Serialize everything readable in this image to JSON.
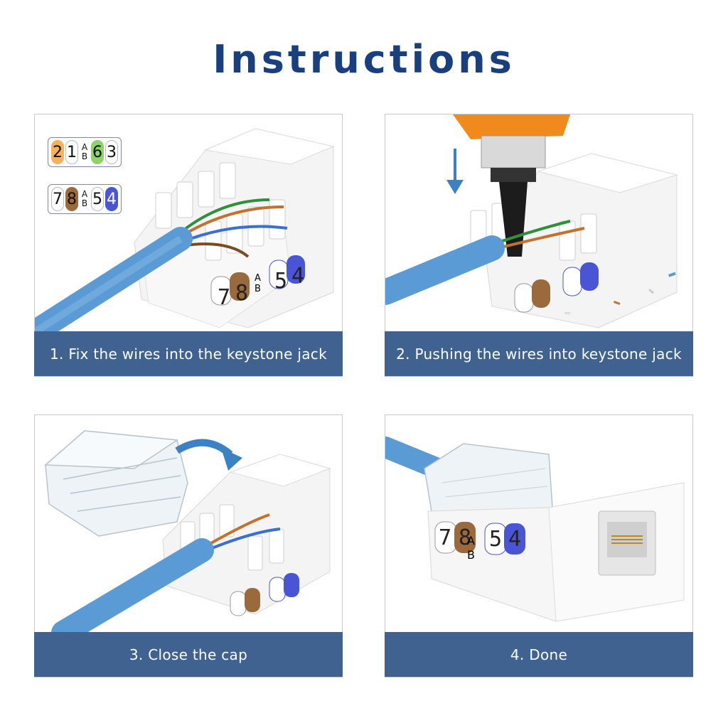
{
  "title": "Instructions",
  "steps": [
    {
      "caption": "1. Fix the wires into the keystone jack"
    },
    {
      "caption": "2. Pushing the wires into keystone jack"
    },
    {
      "caption": "3. Close the cap"
    },
    {
      "caption": "4. Done"
    }
  ],
  "legend": {
    "row_a": [
      "2",
      "1",
      "A",
      "B",
      "6",
      "3"
    ],
    "row_b": [
      "7",
      "8",
      "A",
      "B",
      "5",
      "4"
    ]
  },
  "jack_labels": [
    "7",
    "8",
    "A",
    "B",
    "5",
    "4"
  ],
  "colors": {
    "title": "#1a3f7e",
    "caption_bar": "#3f6291",
    "cable_blue": "#5b9bd5",
    "orange_chip": "#f5b25e",
    "green_chip": "#8fd16a",
    "brown_chip": "#9b6a3c",
    "blue_chip": "#4a55d6",
    "arrow_blue": "#3b82c4",
    "tool_orange": "#f08a1c"
  },
  "icons": [
    "down-arrow-icon",
    "curved-arrow-icon"
  ]
}
